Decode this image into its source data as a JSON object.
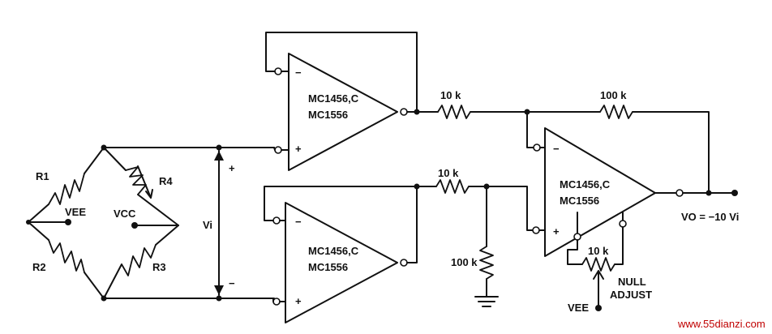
{
  "bridge": {
    "r1": "R1",
    "r2": "R2",
    "r3": "R3",
    "r4": "R4",
    "vee": "VEE",
    "vcc": "VCC"
  },
  "input": {
    "vi": "Vi",
    "plus": "+",
    "minus": "−"
  },
  "opamps": [
    {
      "line1": "MC1456,C",
      "line2": "MC1556",
      "minus": "−",
      "plus": "+"
    },
    {
      "line1": "MC1456,C",
      "line2": "MC1556",
      "minus": "−",
      "plus": "+"
    },
    {
      "line1": "MC1456,C",
      "line2": "MC1556",
      "minus": "−",
      "plus": "+"
    }
  ],
  "resistors": {
    "top_input": "10 k",
    "bottom_input": "10 k",
    "feedback": "100 k",
    "ground": "100 k",
    "null_pot": "10 k"
  },
  "null_adjust": {
    "line1": "NULL",
    "line2": "ADJUST",
    "supply": "VEE"
  },
  "output": {
    "label": "VO = −10 Vi"
  },
  "watermark": "www.55dianzi.com"
}
